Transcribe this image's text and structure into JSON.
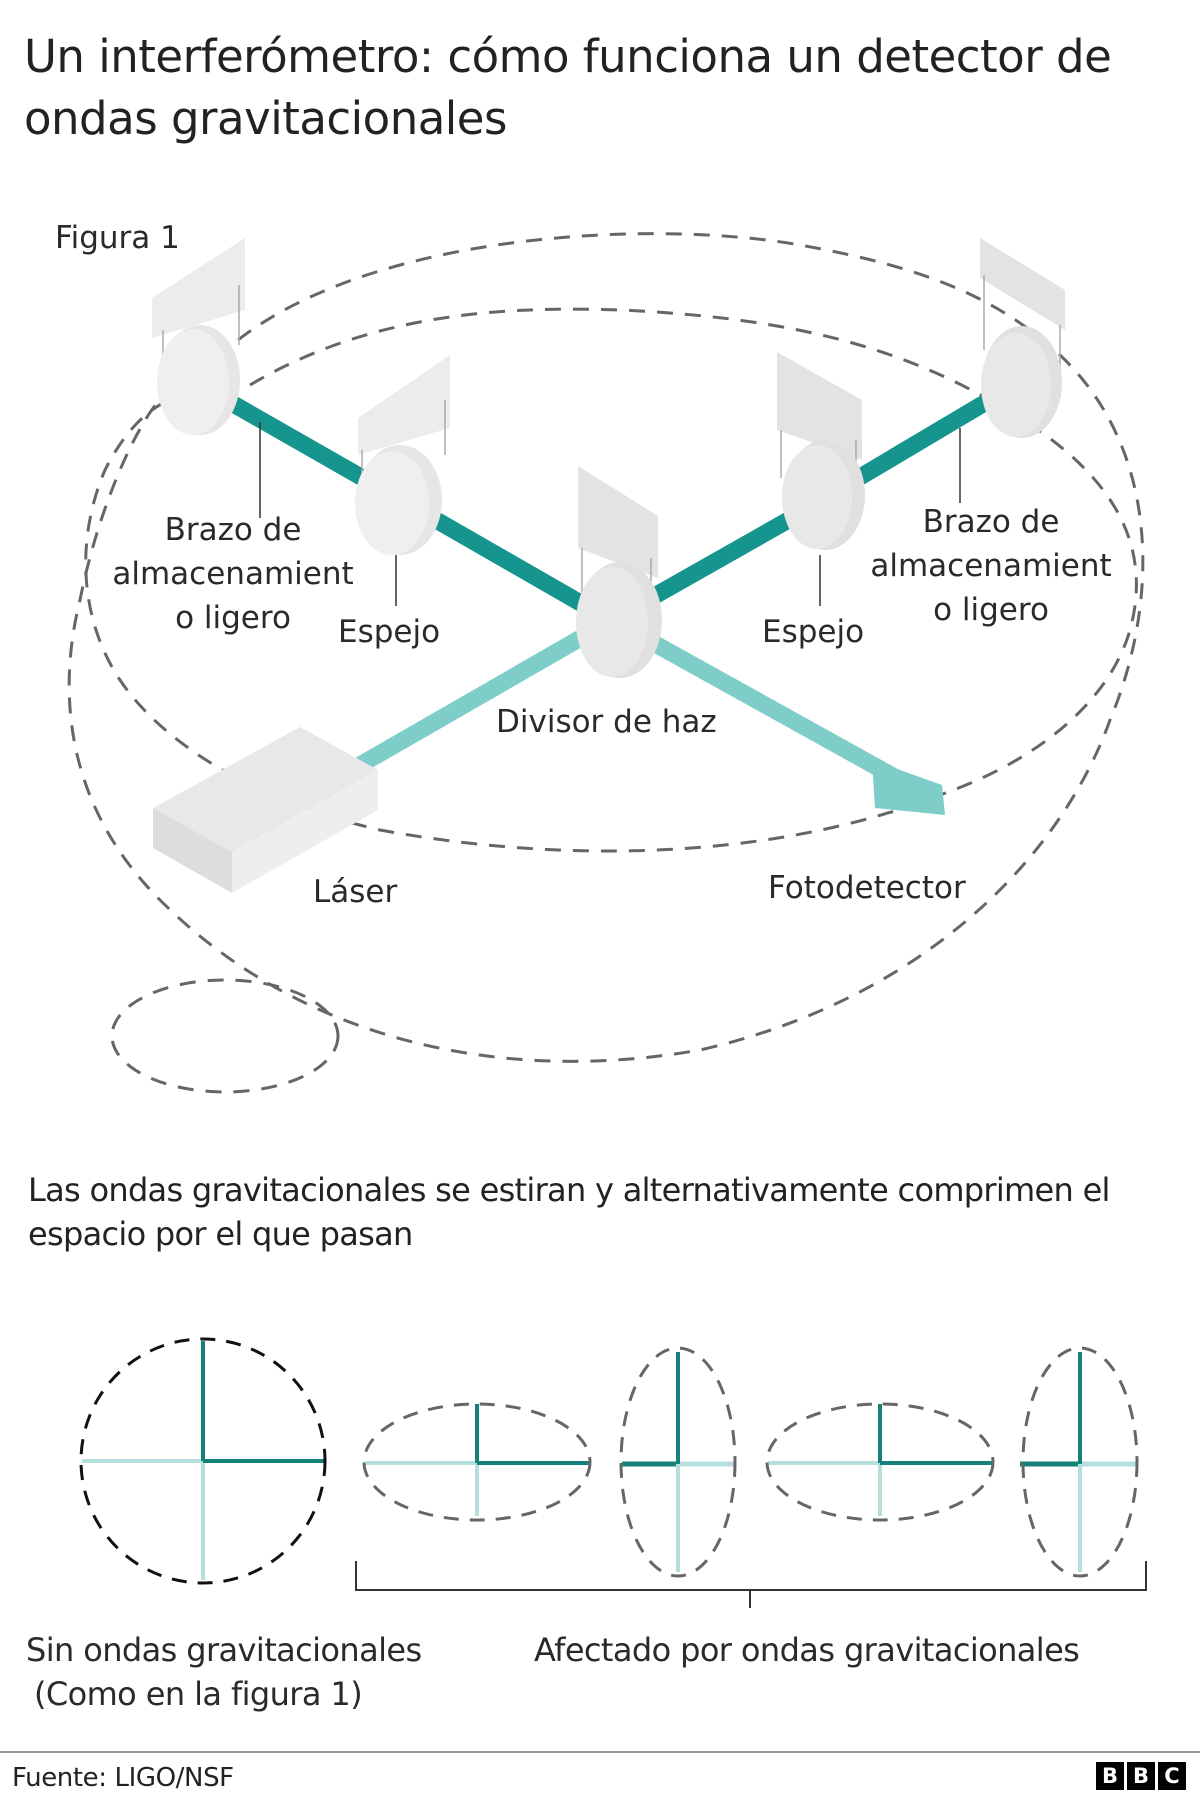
{
  "title": "Un interferómetro: cómo funciona un detector de ondas gravitacionales",
  "figure_label": "Figura 1",
  "diagram": {
    "labels": {
      "arm_left": [
        "Brazo de",
        "almacenamient",
        "o ligero"
      ],
      "arm_right": [
        "Brazo de",
        "almacenamient",
        "o ligero"
      ],
      "mirror_left": "Espejo",
      "mirror_right": "Espejo",
      "beam_splitter": "Divisor de haz",
      "laser": "Láser",
      "photodetector": "Fotodetector"
    },
    "colors": {
      "beam_dark": "#16958f",
      "beam_light": "#7fcdc9",
      "component": "#e3e3e3",
      "component_shade": "#d4d4d4",
      "dashed": "#666666"
    }
  },
  "caption": "Las ondas gravitacionales se estiran y alternativamente comprimen el espacio por el que pasan",
  "states": {
    "unaffected_label": [
      "Sin ondas gravitacionales",
      "(Como en la figura 1)"
    ],
    "affected_label": "Afectado por ondas gravitacionales",
    "shapes": [
      "circle",
      "horizontal-stretch",
      "vertical-stretch",
      "horizontal-stretch",
      "vertical-stretch"
    ]
  },
  "footer": {
    "source": "Fuente: LIGO/NSF",
    "logo": [
      "B",
      "B",
      "C"
    ]
  }
}
